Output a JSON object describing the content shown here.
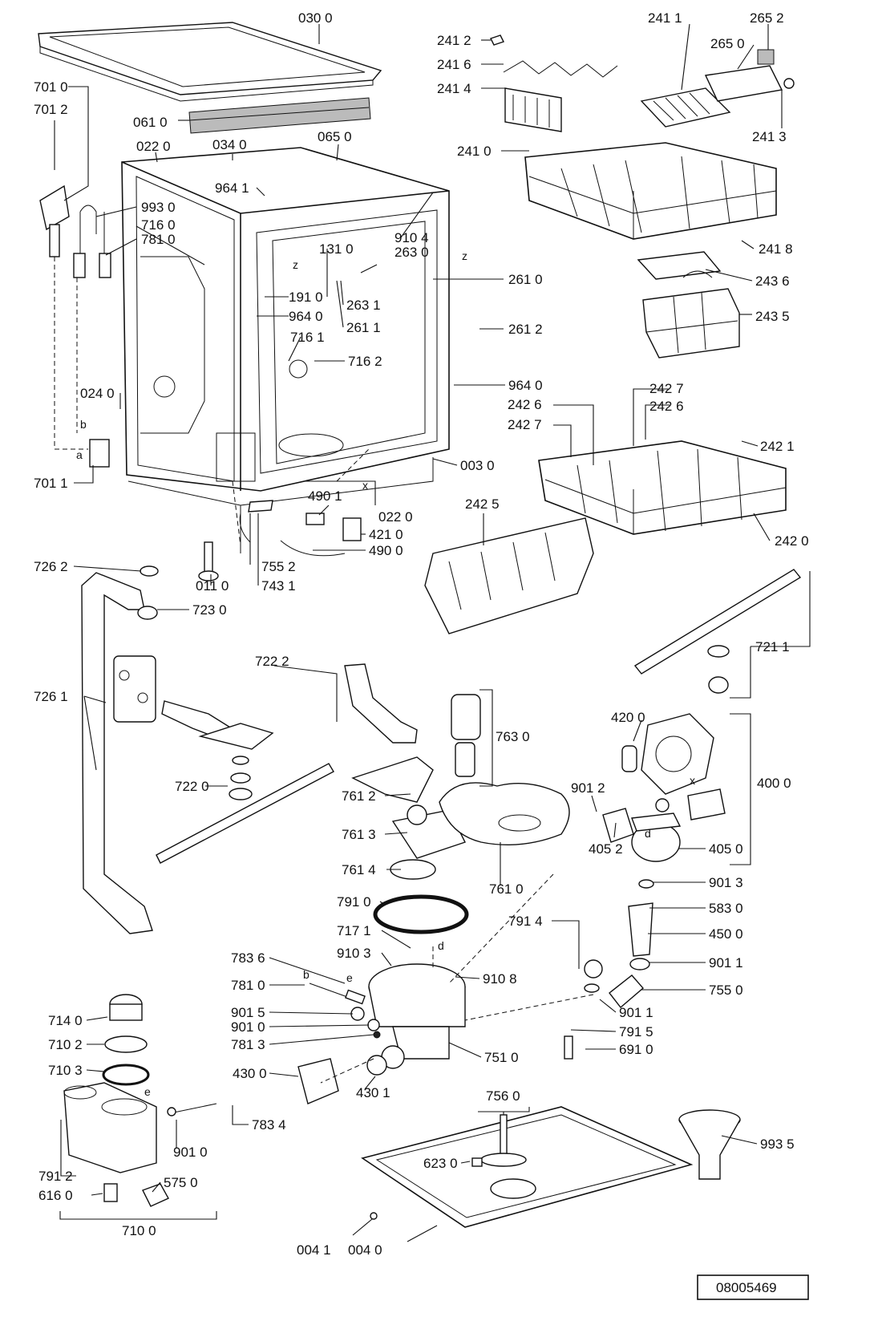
{
  "labels": [
    {
      "id": "l-0300",
      "text": "030 0"
    },
    {
      "id": "l-2412",
      "text": "241 2"
    },
    {
      "id": "l-2416",
      "text": "241 6"
    },
    {
      "id": "l-2414",
      "text": "241 4"
    },
    {
      "id": "l-2411",
      "text": "241 1"
    },
    {
      "id": "l-2652",
      "text": "265 2"
    },
    {
      "id": "l-2650",
      "text": "265 0"
    },
    {
      "id": "l-2413",
      "text": "241 3"
    },
    {
      "id": "l-2410",
      "text": "241 0"
    },
    {
      "id": "l-2418",
      "text": "241 8"
    },
    {
      "id": "l-2436",
      "text": "243 6"
    },
    {
      "id": "l-2435",
      "text": "243 5"
    },
    {
      "id": "l-7010",
      "text": "701 0"
    },
    {
      "id": "l-7012",
      "text": "701 2"
    },
    {
      "id": "l-0610",
      "text": "061 0"
    },
    {
      "id": "l-0220a",
      "text": "022 0"
    },
    {
      "id": "l-0340",
      "text": "034 0"
    },
    {
      "id": "l-0650",
      "text": "065 0"
    },
    {
      "id": "l-9641",
      "text": "964 1"
    },
    {
      "id": "l-9930",
      "text": "993 0"
    },
    {
      "id": "l-7160",
      "text": "716 0"
    },
    {
      "id": "l-7810a",
      "text": "781 0"
    },
    {
      "id": "l-9104",
      "text": "910 4"
    },
    {
      "id": "l-1310",
      "text": "131 0"
    },
    {
      "id": "l-2630",
      "text": "263 0"
    },
    {
      "id": "l-2610",
      "text": "261 0"
    },
    {
      "id": "l-1910",
      "text": "191 0"
    },
    {
      "id": "l-9640a",
      "text": "964 0"
    },
    {
      "id": "l-2631",
      "text": "263 1"
    },
    {
      "id": "l-2611",
      "text": "261 1"
    },
    {
      "id": "l-2612",
      "text": "261 2"
    },
    {
      "id": "l-7161",
      "text": "716 1"
    },
    {
      "id": "l-7162",
      "text": "716 2"
    },
    {
      "id": "l-9640b",
      "text": "964 0"
    },
    {
      "id": "l-0240",
      "text": "024 0"
    },
    {
      "id": "l-2426a",
      "text": "242 6"
    },
    {
      "id": "l-2427a",
      "text": "242 7"
    },
    {
      "id": "l-2427b",
      "text": "242 7"
    },
    {
      "id": "l-2426b",
      "text": "242 6"
    },
    {
      "id": "l-2421",
      "text": "242 1"
    },
    {
      "id": "l-0030",
      "text": "003 0"
    },
    {
      "id": "l-7011",
      "text": "701 1"
    },
    {
      "id": "l-4901",
      "text": "490 1"
    },
    {
      "id": "l-0220b",
      "text": "022 0"
    },
    {
      "id": "l-4210",
      "text": "421 0"
    },
    {
      "id": "l-4900",
      "text": "490 0"
    },
    {
      "id": "l-2425",
      "text": "242 5"
    },
    {
      "id": "l-2420",
      "text": "242 0"
    },
    {
      "id": "l-0110",
      "text": "011 0"
    },
    {
      "id": "l-7552",
      "text": "755 2"
    },
    {
      "id": "l-7431",
      "text": "743 1"
    },
    {
      "id": "l-7262",
      "text": "726 2"
    },
    {
      "id": "l-7230",
      "text": "723 0"
    },
    {
      "id": "l-7222",
      "text": "722 2"
    },
    {
      "id": "l-7211",
      "text": "721 1"
    },
    {
      "id": "l-7261",
      "text": "726 1"
    },
    {
      "id": "l-7630",
      "text": "763 0"
    },
    {
      "id": "l-4200",
      "text": "420 0"
    },
    {
      "id": "l-7220",
      "text": "722 0"
    },
    {
      "id": "l-7612",
      "text": "761 2"
    },
    {
      "id": "l-9012",
      "text": "901 2"
    },
    {
      "id": "l-4000",
      "text": "400 0"
    },
    {
      "id": "l-7613",
      "text": "761 3"
    },
    {
      "id": "l-4052",
      "text": "405 2"
    },
    {
      "id": "l-4050",
      "text": "405 0"
    },
    {
      "id": "l-7614",
      "text": "761 4"
    },
    {
      "id": "l-7610",
      "text": "761 0"
    },
    {
      "id": "l-7910",
      "text": "791 0"
    },
    {
      "id": "l-9013",
      "text": "901 3"
    },
    {
      "id": "l-7914",
      "text": "791 4"
    },
    {
      "id": "l-5830",
      "text": "583 0"
    },
    {
      "id": "l-7171",
      "text": "717 1"
    },
    {
      "id": "l-4500",
      "text": "450 0"
    },
    {
      "id": "l-7836",
      "text": "783 6"
    },
    {
      "id": "l-9103",
      "text": "910 3"
    },
    {
      "id": "l-9108",
      "text": "910 8"
    },
    {
      "id": "l-9011a",
      "text": "901 1"
    },
    {
      "id": "l-7810b",
      "text": "781 0"
    },
    {
      "id": "l-7550",
      "text": "755 0"
    },
    {
      "id": "l-7140",
      "text": "714 0"
    },
    {
      "id": "l-9015",
      "text": "901 5"
    },
    {
      "id": "l-9011b",
      "text": "901 1"
    },
    {
      "id": "l-9010a",
      "text": "901 0"
    },
    {
      "id": "l-7915",
      "text": "791 5"
    },
    {
      "id": "l-7102",
      "text": "710 2"
    },
    {
      "id": "l-7813",
      "text": "781 3"
    },
    {
      "id": "l-6910",
      "text": "691 0"
    },
    {
      "id": "l-7510",
      "text": "751 0"
    },
    {
      "id": "l-7103",
      "text": "710 3"
    },
    {
      "id": "l-4300",
      "text": "430 0"
    },
    {
      "id": "l-4301",
      "text": "430 1"
    },
    {
      "id": "l-7560",
      "text": "756 0"
    },
    {
      "id": "l-7834",
      "text": "783 4"
    },
    {
      "id": "l-9935",
      "text": "993 5"
    },
    {
      "id": "l-9010b",
      "text": "901 0"
    },
    {
      "id": "l-6230",
      "text": "623 0"
    },
    {
      "id": "l-7912",
      "text": "791 2"
    },
    {
      "id": "l-5750",
      "text": "575 0"
    },
    {
      "id": "l-6160",
      "text": "616 0"
    },
    {
      "id": "l-7100",
      "text": "710 0"
    },
    {
      "id": "l-0041",
      "text": "004 1"
    },
    {
      "id": "l-0040",
      "text": "004 0"
    }
  ],
  "connector_letters": [
    {
      "id": "z1",
      "text": "z"
    },
    {
      "id": "z2",
      "text": "z"
    },
    {
      "id": "x1",
      "text": "x"
    },
    {
      "id": "x2",
      "text": "x"
    },
    {
      "id": "b1",
      "text": "b"
    },
    {
      "id": "a1",
      "text": "a"
    },
    {
      "id": "b2",
      "text": "b"
    },
    {
      "id": "e1",
      "text": "e"
    },
    {
      "id": "e2",
      "text": "e"
    },
    {
      "id": "d1",
      "text": "d"
    },
    {
      "id": "d2",
      "text": "d"
    }
  ],
  "document_number": "08005469"
}
